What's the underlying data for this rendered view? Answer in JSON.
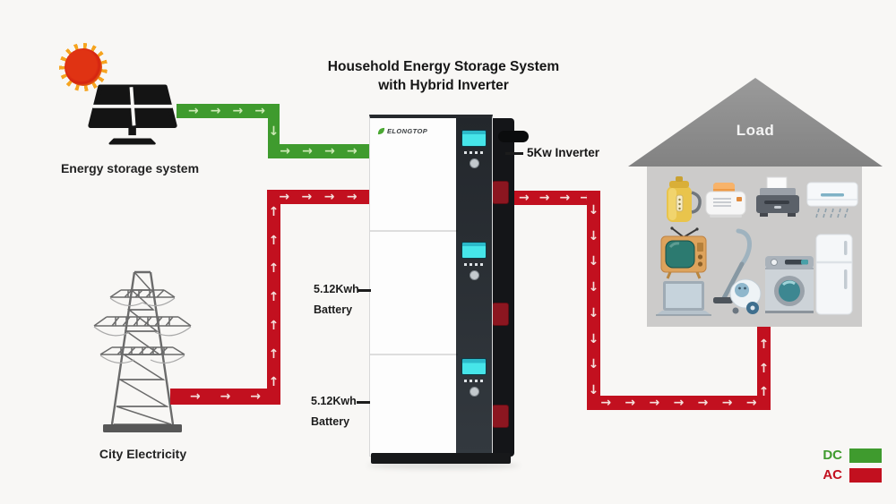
{
  "title": {
    "line1": "Household Energy Storage System",
    "line2": "with Hybrid Inverter"
  },
  "solar": {
    "label": "Energy storage system"
  },
  "grid": {
    "label": "City Electricity"
  },
  "unit": {
    "brand": "ELONGTOP",
    "inverter_label": "5Kw Inverter",
    "battery1": {
      "line1": "5.12Kwh",
      "line2": "Battery"
    },
    "battery2": {
      "line1": "5.12Kwh",
      "line2": "Battery"
    }
  },
  "house": {
    "label": "Load",
    "appliances": [
      "electric-kettle",
      "toaster",
      "printer",
      "air-conditioner",
      "tv",
      "laptop",
      "vacuum-cleaner",
      "washing-machine",
      "refrigerator"
    ]
  },
  "legend": {
    "dc_label": "DC",
    "ac_label": "AC"
  },
  "colors": {
    "dc_green": "#3f9b2e",
    "dc_arrow": "#cdeab5",
    "ac_red": "#c2101f",
    "ac_arrow": "#f4e0dc"
  }
}
